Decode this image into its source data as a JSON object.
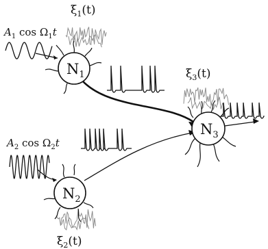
{
  "neurons": {
    "n1": {
      "label": "N",
      "sub": "1"
    },
    "n2": {
      "label": "N",
      "sub": "2"
    },
    "n3": {
      "label": "N",
      "sub": "3"
    }
  },
  "inputs": {
    "s1": {
      "amp": "A",
      "amp_sub": "1",
      "fn": " cos ",
      "freq": "Ω",
      "freq_sub": "1",
      "var": "t"
    },
    "s2": {
      "amp": "A",
      "amp_sub": "2",
      "fn": " cos ",
      "freq": "Ω",
      "freq_sub": "2",
      "var": "t"
    }
  },
  "noises": {
    "xi1": {
      "sym": "ξ",
      "sub": "1",
      "arg": "(t)"
    },
    "xi2": {
      "sym": "ξ",
      "sub": "2",
      "arg": "(t)"
    },
    "xi3": {
      "sym": "ξ",
      "sub": "3",
      "arg": "(t)"
    }
  },
  "colors": {
    "ink": "#111111",
    "noise": "#8c8c8c"
  }
}
